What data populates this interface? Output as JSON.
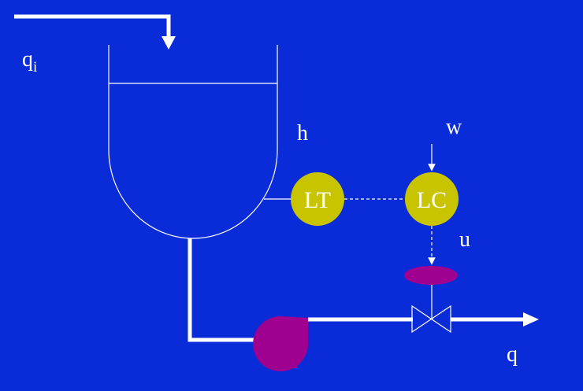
{
  "labels": {
    "inlet_flow": "q",
    "inlet_flow_subscript": "i",
    "level": "h",
    "setpoint": "w",
    "controller_output": "u",
    "outlet_flow": "q"
  },
  "instruments": {
    "transmitter": "LT",
    "controller": "LC"
  },
  "colors": {
    "background": "#0a2bd8",
    "line": "#ffffff",
    "instrument_fill": "#c9c400",
    "pump_fill": "#a0008f",
    "actuator_fill": "#a0008f"
  }
}
